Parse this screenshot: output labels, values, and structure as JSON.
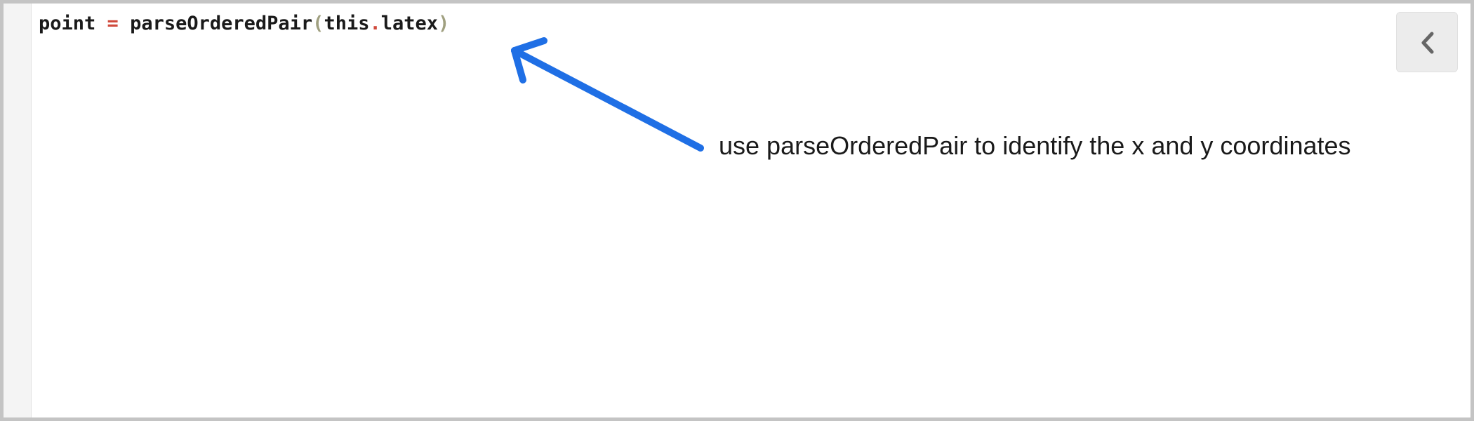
{
  "editor": {
    "line1": {
      "var": "point",
      "op": "=",
      "func": "parseOrderedPair",
      "open_paren": "(",
      "obj": "this",
      "dot": ".",
      "prop": "latex",
      "close_paren": ")"
    }
  },
  "toolbar": {
    "collapse_icon": "chevron-left-icon"
  },
  "annotation": {
    "text": "use parseOrderedPair to identify the x and y coordinates",
    "arrow_color": "#1f6fe5"
  },
  "colors": {
    "operator": "#d04a3c",
    "paren": "#a0a080",
    "frame_border": "#c4c4c4"
  }
}
